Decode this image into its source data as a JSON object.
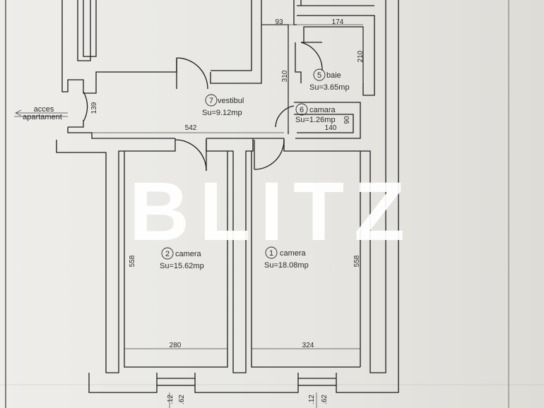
{
  "watermark": {
    "text": "BLITZ"
  },
  "entry": {
    "line1": "acces",
    "line2": "apartament"
  },
  "rooms": [
    {
      "number": "7",
      "name": "vestibul",
      "area": "Su=9.12mp"
    },
    {
      "number": "5",
      "name": "baie",
      "area": "Su=3.65mp"
    },
    {
      "number": "6",
      "name": "camara",
      "area": "Su=1.26mp"
    },
    {
      "number": "2",
      "name": "camera",
      "area": "Su=15.62mp"
    },
    {
      "number": "1",
      "name": "camera",
      "area": "Su=18.08mp"
    }
  ],
  "dimensions": {
    "d93": "93",
    "d174": "174",
    "d210": "210",
    "d310": "310",
    "d139": "139",
    "d542": "542",
    "d140": "140",
    "d90": "90",
    "d558_left": "558",
    "d558_right": "558",
    "d280": "280",
    "d324": "324",
    "d12_left": ".12",
    "d62_left": ".62",
    "d12_right": ".12",
    "d62_right": ".62"
  }
}
